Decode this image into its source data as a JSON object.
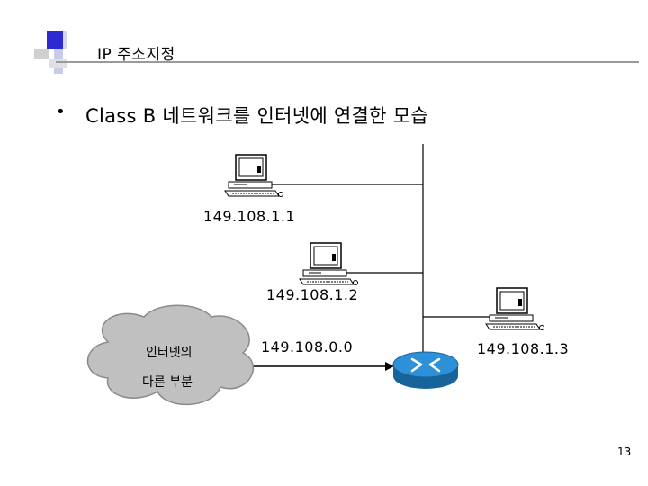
{
  "slide": {
    "title": "IP  주소지정",
    "bullet": "•",
    "bullet_text": "Class B 네트워크를 인터넷에 연결한 모습",
    "page_number": "13"
  },
  "diagram": {
    "hosts": [
      {
        "ip": "149.108.1.1",
        "icon": "computer-icon"
      },
      {
        "ip": "149.108.1.2",
        "icon": "computer-icon"
      },
      {
        "ip": "149.108.1.3",
        "icon": "computer-icon"
      }
    ],
    "router": {
      "icon": "router-icon",
      "color": "#1e7fc4"
    },
    "network_label": "149.108.0.0",
    "cloud": {
      "line1": "인터넷의",
      "line2": "다른 부분",
      "color": "#c0c0c0"
    }
  }
}
